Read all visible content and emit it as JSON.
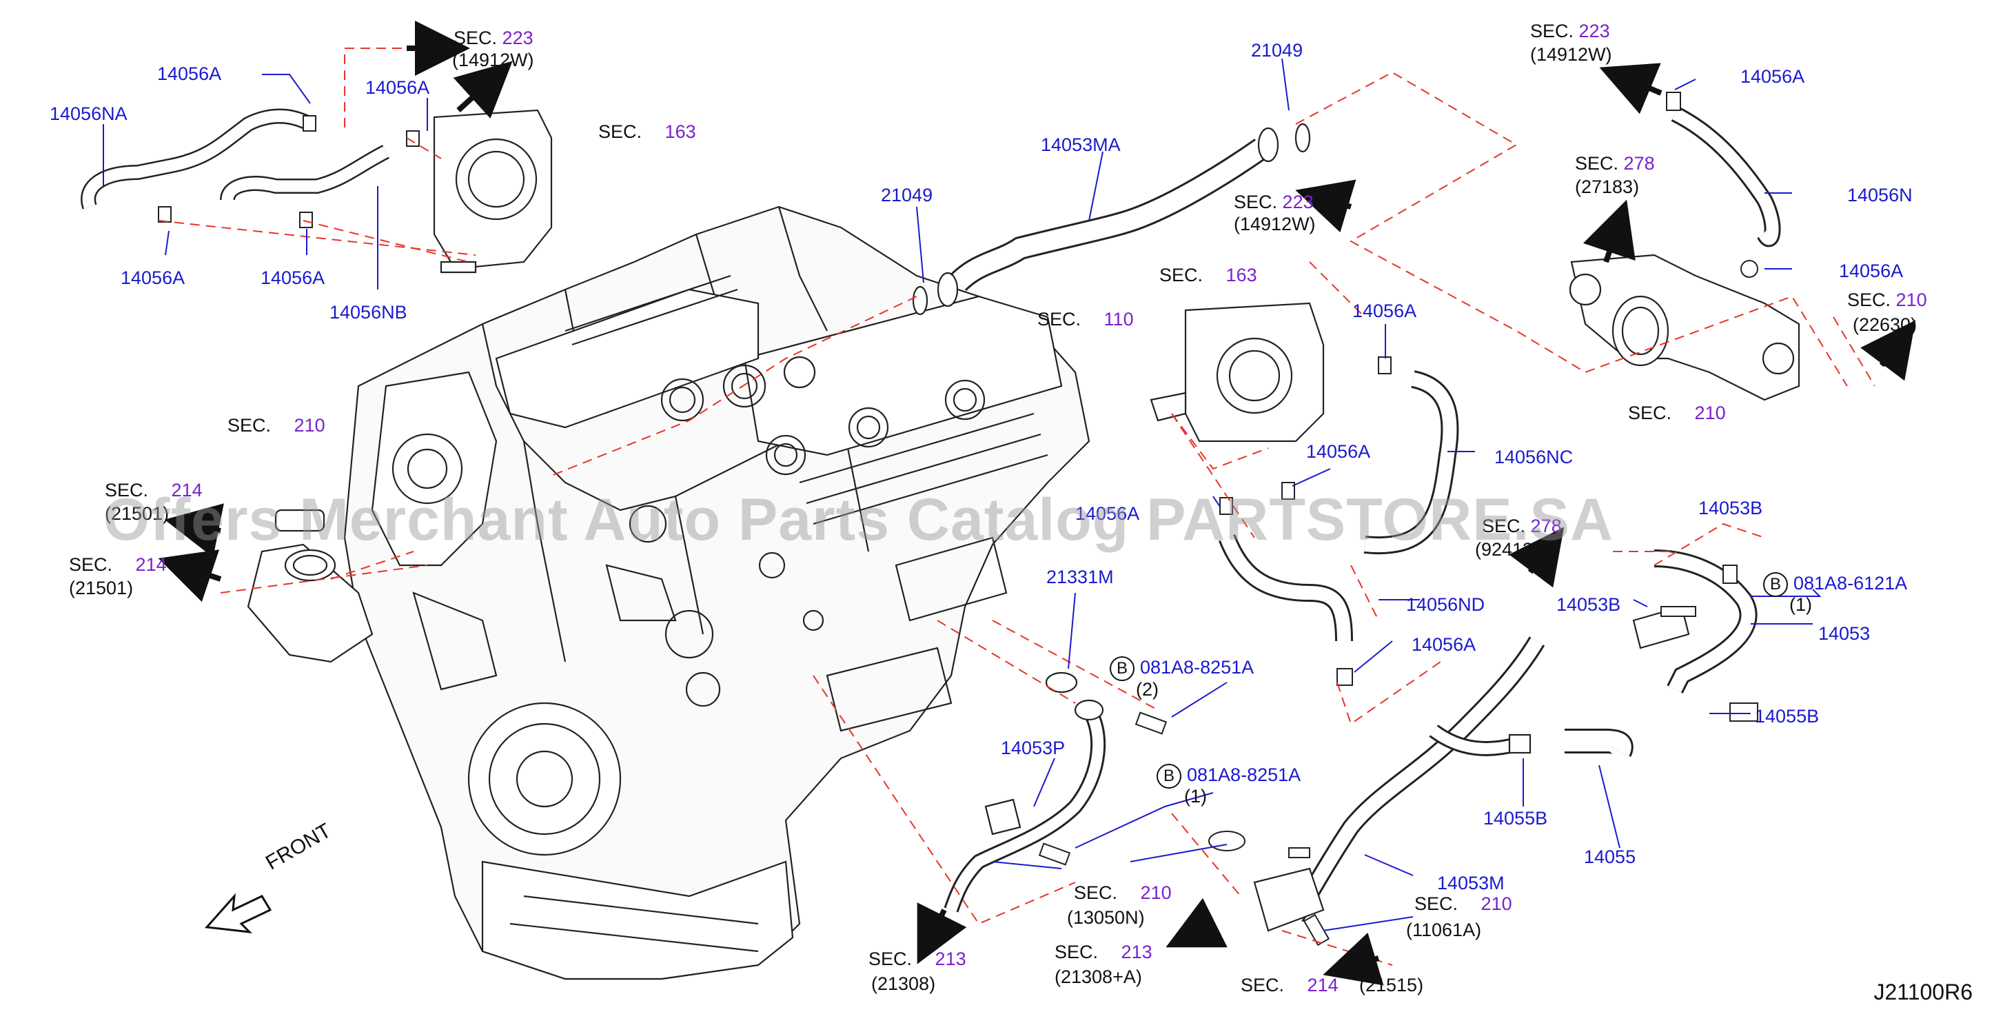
{
  "diagram": {
    "code": "J21100R6",
    "front_label": "FRONT",
    "watermark": "Offers Merchant Auto Parts Catalog PARTSTORE.SA"
  },
  "parts": [
    {
      "id": "p1",
      "text": "14056A"
    },
    {
      "id": "p2",
      "text": "14056NA"
    },
    {
      "id": "p3",
      "text": "14056A"
    },
    {
      "id": "p4",
      "text": "14056A"
    },
    {
      "id": "p5",
      "text": "14056A"
    },
    {
      "id": "p6",
      "text": "14056NB"
    },
    {
      "id": "p7",
      "text": "21049"
    },
    {
      "id": "p8",
      "text": "21049"
    },
    {
      "id": "p9",
      "text": "14053MA"
    },
    {
      "id": "p10",
      "text": "14056A"
    },
    {
      "id": "p11",
      "text": "14056N"
    },
    {
      "id": "p12",
      "text": "14056A"
    },
    {
      "id": "p13",
      "text": "14056A"
    },
    {
      "id": "p14",
      "text": "14056NC"
    },
    {
      "id": "p15",
      "text": "14056A"
    },
    {
      "id": "p16",
      "text": "14056A"
    },
    {
      "id": "p17",
      "text": "14056ND"
    },
    {
      "id": "p18",
      "text": "14056A"
    },
    {
      "id": "p19",
      "text": "21331M"
    },
    {
      "id": "p20",
      "text": "14053P"
    },
    {
      "id": "p21",
      "text": "14053B"
    },
    {
      "id": "p22",
      "text": "14053"
    },
    {
      "id": "p23",
      "text": "14055B"
    },
    {
      "id": "p24",
      "text": "14055B"
    },
    {
      "id": "p25",
      "text": "14055"
    },
    {
      "id": "p26",
      "text": "14053M"
    },
    {
      "id": "p27",
      "text": "081A8-8251A"
    },
    {
      "id": "p28",
      "text": "081A8-8251A"
    },
    {
      "id": "p29",
      "text": "081A8-6121A"
    },
    {
      "id": "p30",
      "text": "14053B"
    }
  ],
  "sections": [
    {
      "id": "s1",
      "label": "SEC.",
      "num": "223",
      "ref": "(14912W)"
    },
    {
      "id": "s2",
      "label": "SEC.",
      "num": "163",
      "ref": ""
    },
    {
      "id": "s3",
      "label": "SEC.",
      "num": "223",
      "ref": "(14912W)"
    },
    {
      "id": "s4",
      "label": "SEC.",
      "num": "278",
      "ref": "(27183)"
    },
    {
      "id": "s5",
      "label": "SEC.",
      "num": "223",
      "ref": "(14912W)"
    },
    {
      "id": "s6",
      "label": "SEC.",
      "num": "163",
      "ref": ""
    },
    {
      "id": "s7",
      "label": "SEC.",
      "num": "110",
      "ref": ""
    },
    {
      "id": "s8",
      "label": "SEC.",
      "num": "210",
      "ref": "(22630)"
    },
    {
      "id": "s9",
      "label": "SEC.",
      "num": "210",
      "ref": ""
    },
    {
      "id": "s10",
      "label": "SEC.",
      "num": "210",
      "ref": ""
    },
    {
      "id": "s11",
      "label": "SEC.",
      "num": "214",
      "ref": "(21501)"
    },
    {
      "id": "s12",
      "label": "SEC.",
      "num": "214",
      "ref": "(21501)"
    },
    {
      "id": "s13",
      "label": "SEC.",
      "num": "278",
      "ref": "(92413)"
    },
    {
      "id": "s14",
      "label": "SEC.",
      "num": "210",
      "ref": "(13050N)"
    },
    {
      "id": "s15",
      "label": "SEC.",
      "num": "210",
      "ref": "(11061A)"
    },
    {
      "id": "s16",
      "label": "SEC.",
      "num": "213",
      "ref": "(21308)"
    },
    {
      "id": "s17",
      "label": "SEC.",
      "num": "213",
      "ref": "(21308+A)"
    },
    {
      "id": "s18",
      "label": "SEC.",
      "num": "214",
      "ref": "(21515)"
    }
  ],
  "qty": [
    {
      "id": "q1",
      "text": "(2)"
    },
    {
      "id": "q2",
      "text": "(1)"
    },
    {
      "id": "q3",
      "text": "(1)"
    }
  ],
  "bolt_marker": "B"
}
